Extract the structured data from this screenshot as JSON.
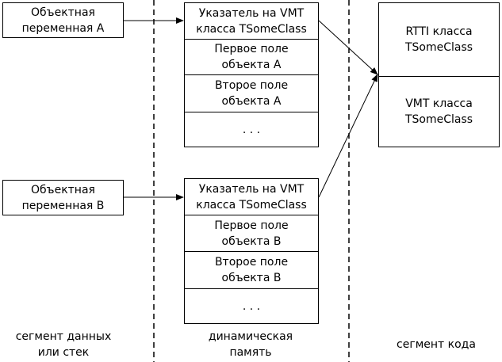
{
  "vars": [
    {
      "label": "Объектная\nпеременная А"
    },
    {
      "label": "Объектная\nпеременная В"
    }
  ],
  "objects": [
    {
      "cells": [
        "Указатель на VMT\nкласса TSomeClass",
        "Первое поле\nобъекта А",
        "Второе поле\nобъекта А",
        ". . ."
      ]
    },
    {
      "cells": [
        "Указатель на VMT\nкласса TSomeClass",
        "Первое поле\nобъекта В",
        "Второе поле\nобъекта В",
        ". . ."
      ]
    }
  ],
  "code": {
    "rtti": "RTTI класса\nTSomeClass",
    "vmt": "VMT класса\nTSomeClass"
  },
  "segments": {
    "data": "сегмент данных\nили стек",
    "heap": "динамическая\nпамять",
    "code": "сегмент кода"
  }
}
